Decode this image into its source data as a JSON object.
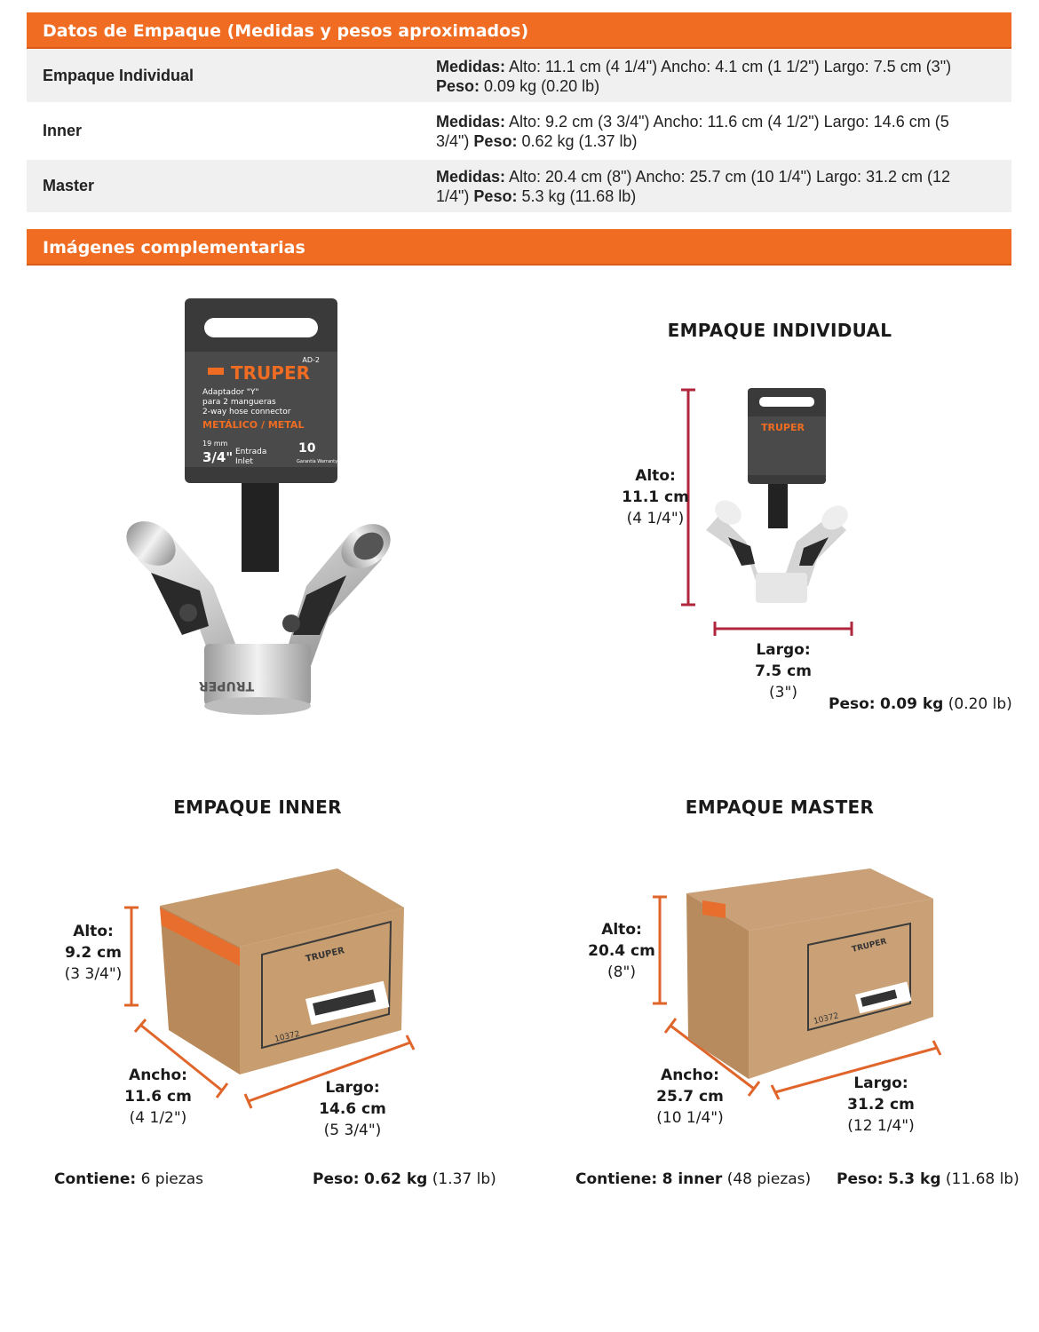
{
  "packing": {
    "header": "Datos de Empaque (Medidas y pesos aproximados)",
    "rows": [
      {
        "label": "Empaque Individual",
        "medidas_label": "Medidas:",
        "medidas": "Alto: 11.1 cm (4 1/4\") Ancho: 4.1 cm (1 1/2\") Largo: 7.5 cm (3\")",
        "peso_label": "Peso:",
        "peso": "0.09 kg (0.20 lb)"
      },
      {
        "label": "Inner",
        "medidas_label": "Medidas:",
        "medidas": "Alto: 9.2 cm (3 3/4\") Ancho: 11.6 cm (4 1/2\") Largo: 14.6 cm (5 3/4\")",
        "peso_label": "Peso:",
        "peso": "0.62 kg (1.37 lb)"
      },
      {
        "label": "Master",
        "medidas_label": "Medidas:",
        "medidas": "Alto: 20.4 cm (8\") Ancho: 25.7 cm (10 1/4\") Largo: 31.2 cm (12 1/4\")",
        "peso_label": "Peso:",
        "peso": "5.3 kg (11.68 lb)"
      }
    ]
  },
  "images": {
    "header": "Imágenes complementarias",
    "product_card": {
      "model": "AD-2",
      "brand": "TRUPER",
      "line1": "Adaptador \"Y\"",
      "line2": "para 2 mangueras",
      "line3": "2-way hose connector",
      "material": "METÁLICO / METAL",
      "size_mm": "19 mm",
      "size_in": "3/4\"",
      "inlet1": "Entrada",
      "inlet2": "Inlet",
      "warranty_num": "10",
      "warranty_text": "Garantía Warranty"
    },
    "individual": {
      "title": "EMPAQUE INDIVIDUAL",
      "alto": {
        "name": "Alto:",
        "metric": "11.1 cm",
        "imperial": "(4 1/4\")"
      },
      "largo": {
        "name": "Largo:",
        "metric": "7.5 cm",
        "imperial": "(3\")"
      },
      "peso_label": "Peso:",
      "peso_metric": "0.09 kg",
      "peso_imperial": "(0.20 lb)"
    },
    "inner": {
      "title": "EMPAQUE INNER",
      "alto": {
        "name": "Alto:",
        "metric": "9.2 cm",
        "imperial": "(3 3/4\")"
      },
      "ancho": {
        "name": "Ancho:",
        "metric": "11.6 cm",
        "imperial": "(4 1/2\")"
      },
      "largo": {
        "name": "Largo:",
        "metric": "14.6 cm",
        "imperial": "(5 3/4\")"
      },
      "contiene_label": "Contiene:",
      "contiene": "6 piezas",
      "peso_label": "Peso:",
      "peso_metric": "0.62 kg",
      "peso_imperial": "(1.37 lb)",
      "box_code": "10372"
    },
    "master": {
      "title": "EMPAQUE MASTER",
      "alto": {
        "name": "Alto:",
        "metric": "20.4 cm",
        "imperial": "(8\")"
      },
      "ancho": {
        "name": "Ancho:",
        "metric": "25.7 cm",
        "imperial": "(10 1/4\")"
      },
      "largo": {
        "name": "Largo:",
        "metric": "31.2 cm",
        "imperial": "(12 1/4\")"
      },
      "contiene_label": "Contiene:",
      "contiene_bold": "8 inner",
      "contiene": "(48 piezas)",
      "peso_label": "Peso:",
      "peso_metric": "5.3 kg",
      "peso_imperial": "(11.68 lb)",
      "box_code": "10372"
    }
  },
  "colors": {
    "accent": "#ef6c22",
    "dimension_line_individual": "#b0263c",
    "dimension_line_boxes": "#e0652a"
  }
}
